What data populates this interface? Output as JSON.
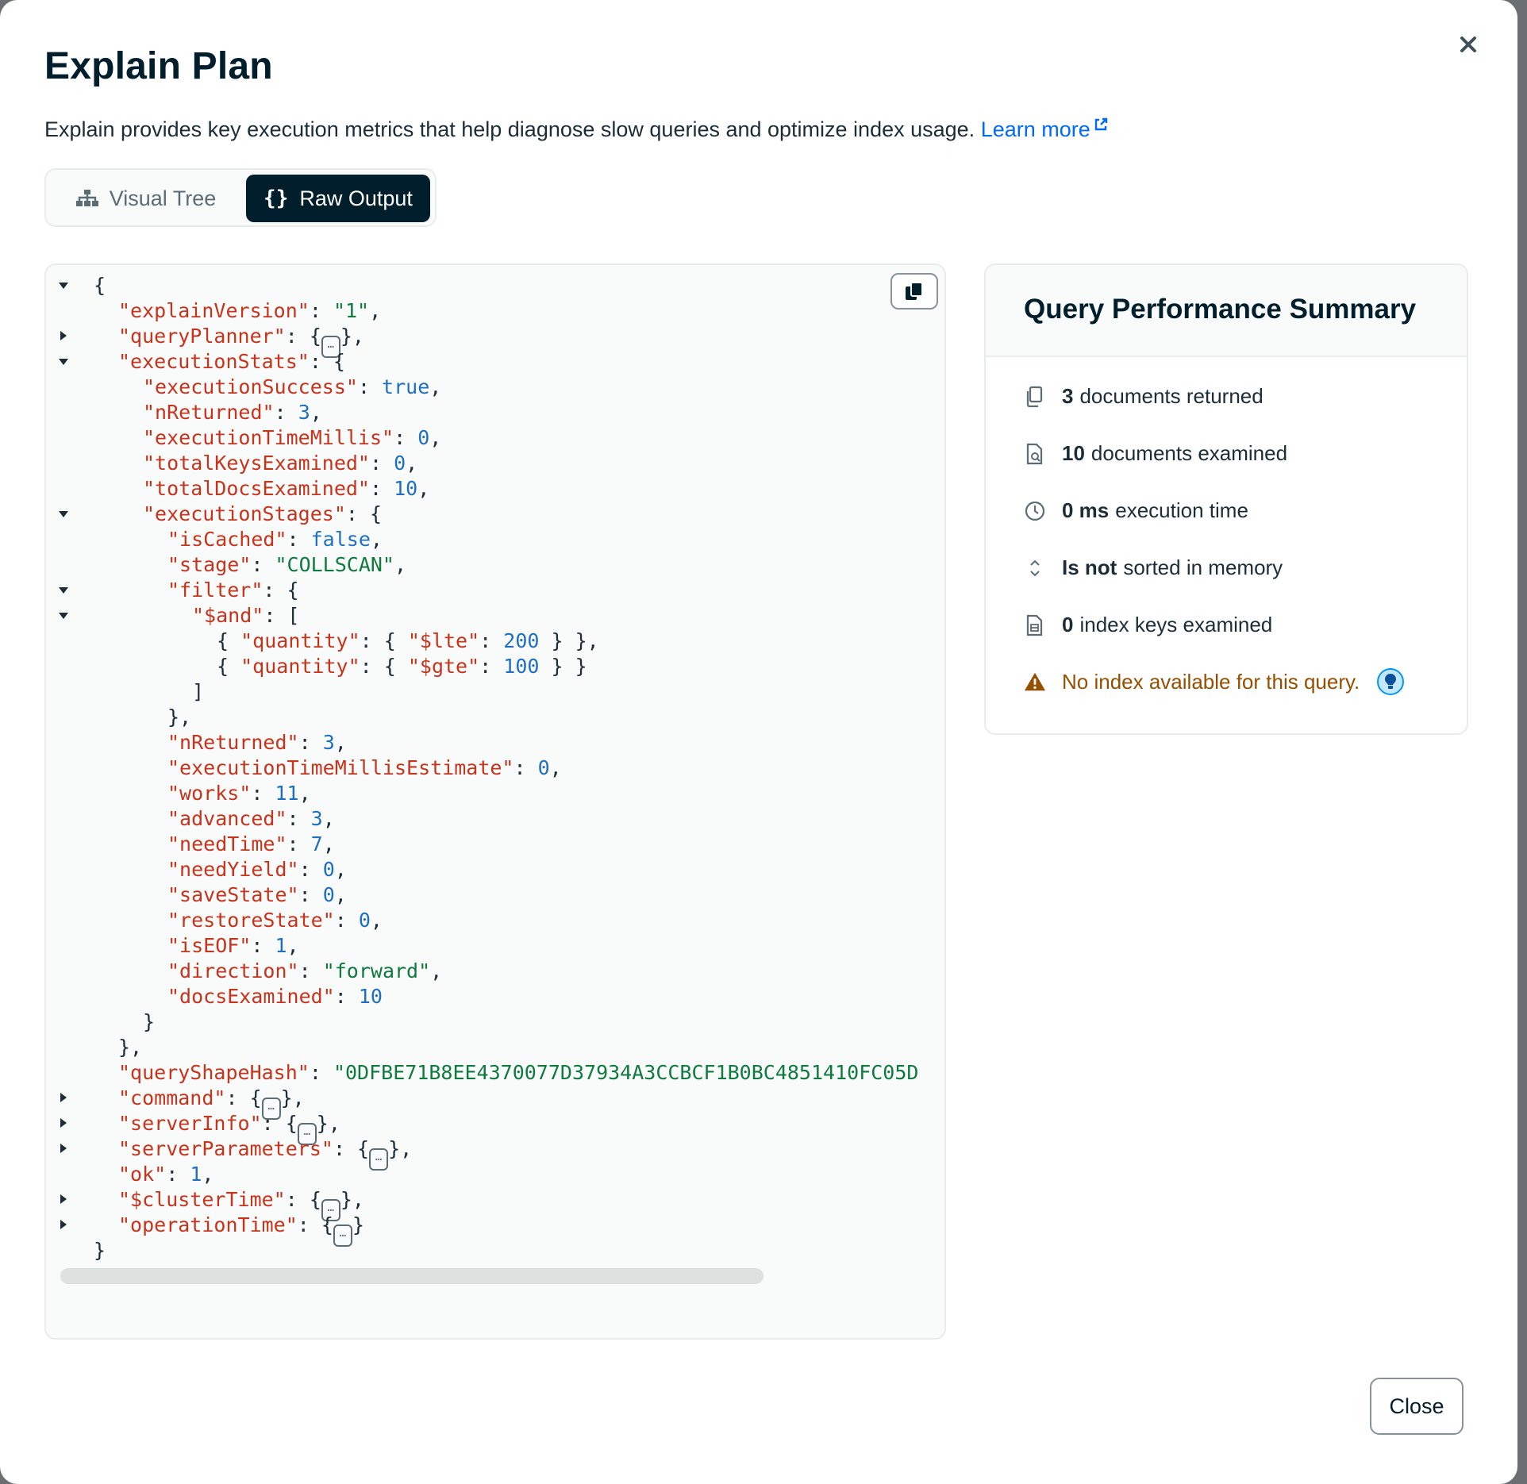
{
  "modal": {
    "title": "Explain Plan",
    "description": "Explain provides key execution metrics that help diagnose slow queries and optimize index usage.",
    "learn_more": "Learn more",
    "close_label": "Close"
  },
  "view_toggle": {
    "visual_tree": "Visual Tree",
    "raw_output": "Raw Output",
    "selected": "Raw Output"
  },
  "raw_output": {
    "lines": [
      {
        "indent": 0,
        "caret": "down",
        "parts": [
          [
            "p",
            "{"
          ]
        ]
      },
      {
        "indent": 1,
        "parts": [
          [
            "k",
            "\"explainVersion\""
          ],
          [
            "p",
            ": "
          ],
          [
            "s",
            "\"1\""
          ],
          [
            "p",
            ","
          ]
        ]
      },
      {
        "indent": 1,
        "caret": "right",
        "parts": [
          [
            "k",
            "\"queryPlanner\""
          ],
          [
            "p",
            ": {"
          ],
          [
            "e",
            ""
          ],
          [
            "p",
            "},"
          ]
        ]
      },
      {
        "indent": 1,
        "caret": "down",
        "parts": [
          [
            "k",
            "\"executionStats\""
          ],
          [
            "p",
            ": {"
          ]
        ]
      },
      {
        "indent": 2,
        "parts": [
          [
            "k",
            "\"executionSuccess\""
          ],
          [
            "p",
            ": "
          ],
          [
            "n",
            "true"
          ],
          [
            "p",
            ","
          ]
        ]
      },
      {
        "indent": 2,
        "parts": [
          [
            "k",
            "\"nReturned\""
          ],
          [
            "p",
            ": "
          ],
          [
            "n",
            "3"
          ],
          [
            "p",
            ","
          ]
        ]
      },
      {
        "indent": 2,
        "parts": [
          [
            "k",
            "\"executionTimeMillis\""
          ],
          [
            "p",
            ": "
          ],
          [
            "n",
            "0"
          ],
          [
            "p",
            ","
          ]
        ]
      },
      {
        "indent": 2,
        "parts": [
          [
            "k",
            "\"totalKeysExamined\""
          ],
          [
            "p",
            ": "
          ],
          [
            "n",
            "0"
          ],
          [
            "p",
            ","
          ]
        ]
      },
      {
        "indent": 2,
        "parts": [
          [
            "k",
            "\"totalDocsExamined\""
          ],
          [
            "p",
            ": "
          ],
          [
            "n",
            "10"
          ],
          [
            "p",
            ","
          ]
        ]
      },
      {
        "indent": 2,
        "caret": "down",
        "parts": [
          [
            "k",
            "\"executionStages\""
          ],
          [
            "p",
            ": {"
          ]
        ]
      },
      {
        "indent": 3,
        "parts": [
          [
            "k",
            "\"isCached\""
          ],
          [
            "p",
            ": "
          ],
          [
            "n",
            "false"
          ],
          [
            "p",
            ","
          ]
        ]
      },
      {
        "indent": 3,
        "parts": [
          [
            "k",
            "\"stage\""
          ],
          [
            "p",
            ": "
          ],
          [
            "s",
            "\"COLLSCAN\""
          ],
          [
            "p",
            ","
          ]
        ]
      },
      {
        "indent": 3,
        "caret": "down",
        "parts": [
          [
            "k",
            "\"filter\""
          ],
          [
            "p",
            ": {"
          ]
        ]
      },
      {
        "indent": 4,
        "caret": "down",
        "parts": [
          [
            "k",
            "\"$and\""
          ],
          [
            "p",
            ": ["
          ]
        ]
      },
      {
        "indent": 5,
        "parts": [
          [
            "p",
            "{ "
          ],
          [
            "k",
            "\"quantity\""
          ],
          [
            "p",
            ": { "
          ],
          [
            "k",
            "\"$lte\""
          ],
          [
            "p",
            ": "
          ],
          [
            "n",
            "200"
          ],
          [
            "p",
            " } },"
          ]
        ]
      },
      {
        "indent": 5,
        "parts": [
          [
            "p",
            "{ "
          ],
          [
            "k",
            "\"quantity\""
          ],
          [
            "p",
            ": { "
          ],
          [
            "k",
            "\"$gte\""
          ],
          [
            "p",
            ": "
          ],
          [
            "n",
            "100"
          ],
          [
            "p",
            " } }"
          ]
        ]
      },
      {
        "indent": 4,
        "parts": [
          [
            "p",
            "]"
          ]
        ]
      },
      {
        "indent": 3,
        "parts": [
          [
            "p",
            "},"
          ]
        ]
      },
      {
        "indent": 3,
        "parts": [
          [
            "k",
            "\"nReturned\""
          ],
          [
            "p",
            ": "
          ],
          [
            "n",
            "3"
          ],
          [
            "p",
            ","
          ]
        ]
      },
      {
        "indent": 3,
        "parts": [
          [
            "k",
            "\"executionTimeMillisEstimate\""
          ],
          [
            "p",
            ": "
          ],
          [
            "n",
            "0"
          ],
          [
            "p",
            ","
          ]
        ]
      },
      {
        "indent": 3,
        "parts": [
          [
            "k",
            "\"works\""
          ],
          [
            "p",
            ": "
          ],
          [
            "n",
            "11"
          ],
          [
            "p",
            ","
          ]
        ]
      },
      {
        "indent": 3,
        "parts": [
          [
            "k",
            "\"advanced\""
          ],
          [
            "p",
            ": "
          ],
          [
            "n",
            "3"
          ],
          [
            "p",
            ","
          ]
        ]
      },
      {
        "indent": 3,
        "parts": [
          [
            "k",
            "\"needTime\""
          ],
          [
            "p",
            ": "
          ],
          [
            "n",
            "7"
          ],
          [
            "p",
            ","
          ]
        ]
      },
      {
        "indent": 3,
        "parts": [
          [
            "k",
            "\"needYield\""
          ],
          [
            "p",
            ": "
          ],
          [
            "n",
            "0"
          ],
          [
            "p",
            ","
          ]
        ]
      },
      {
        "indent": 3,
        "parts": [
          [
            "k",
            "\"saveState\""
          ],
          [
            "p",
            ": "
          ],
          [
            "n",
            "0"
          ],
          [
            "p",
            ","
          ]
        ]
      },
      {
        "indent": 3,
        "parts": [
          [
            "k",
            "\"restoreState\""
          ],
          [
            "p",
            ": "
          ],
          [
            "n",
            "0"
          ],
          [
            "p",
            ","
          ]
        ]
      },
      {
        "indent": 3,
        "parts": [
          [
            "k",
            "\"isEOF\""
          ],
          [
            "p",
            ": "
          ],
          [
            "n",
            "1"
          ],
          [
            "p",
            ","
          ]
        ]
      },
      {
        "indent": 3,
        "parts": [
          [
            "k",
            "\"direction\""
          ],
          [
            "p",
            ": "
          ],
          [
            "s",
            "\"forward\""
          ],
          [
            "p",
            ","
          ]
        ]
      },
      {
        "indent": 3,
        "parts": [
          [
            "k",
            "\"docsExamined\""
          ],
          [
            "p",
            ": "
          ],
          [
            "n",
            "10"
          ]
        ]
      },
      {
        "indent": 2,
        "parts": [
          [
            "p",
            "}"
          ]
        ]
      },
      {
        "indent": 1,
        "parts": [
          [
            "p",
            "},"
          ]
        ]
      },
      {
        "indent": 1,
        "parts": [
          [
            "k",
            "\"queryShapeHash\""
          ],
          [
            "p",
            ": "
          ],
          [
            "s",
            "\"0DFBE71B8EE4370077D37934A3CCBCF1B0BC4851410FC05D"
          ]
        ]
      },
      {
        "indent": 1,
        "caret": "right",
        "parts": [
          [
            "k",
            "\"command\""
          ],
          [
            "p",
            ": {"
          ],
          [
            "e",
            ""
          ],
          [
            "p",
            "},"
          ]
        ]
      },
      {
        "indent": 1,
        "caret": "right",
        "parts": [
          [
            "k",
            "\"serverInfo\""
          ],
          [
            "p",
            ": {"
          ],
          [
            "e",
            ""
          ],
          [
            "p",
            "},"
          ]
        ]
      },
      {
        "indent": 1,
        "caret": "right",
        "parts": [
          [
            "k",
            "\"serverParameters\""
          ],
          [
            "p",
            ": {"
          ],
          [
            "e",
            ""
          ],
          [
            "p",
            "},"
          ]
        ]
      },
      {
        "indent": 1,
        "parts": [
          [
            "k",
            "\"ok\""
          ],
          [
            "p",
            ": "
          ],
          [
            "n",
            "1"
          ],
          [
            "p",
            ","
          ]
        ]
      },
      {
        "indent": 1,
        "caret": "right",
        "parts": [
          [
            "k",
            "\"$clusterTime\""
          ],
          [
            "p",
            ": {"
          ],
          [
            "e",
            ""
          ],
          [
            "p",
            "},"
          ]
        ]
      },
      {
        "indent": 1,
        "caret": "right",
        "parts": [
          [
            "k",
            "\"operationTime\""
          ],
          [
            "p",
            ": {"
          ],
          [
            "e",
            ""
          ],
          [
            "p",
            "}"
          ]
        ]
      },
      {
        "indent": 0,
        "parts": [
          [
            "p",
            "}"
          ]
        ]
      }
    ],
    "ellipsis_glyph": "…"
  },
  "summary": {
    "title": "Query Performance Summary",
    "docs_returned": {
      "value": "3",
      "label": "documents returned"
    },
    "docs_examined": {
      "value": "10",
      "label": "documents examined"
    },
    "exec_time": {
      "value": "0 ms",
      "label": "execution time"
    },
    "sorted": {
      "value": "Is not",
      "label": "sorted in memory"
    },
    "keys_examined": {
      "value": "0",
      "label": "index keys examined"
    },
    "warning": "No index available for this query."
  },
  "colors": {
    "key": "#c8331c",
    "string": "#0f7a3e",
    "number": "#1e6fc2",
    "link": "#016bf8",
    "warning": "#944f01",
    "primary_dark": "#001e2b"
  }
}
